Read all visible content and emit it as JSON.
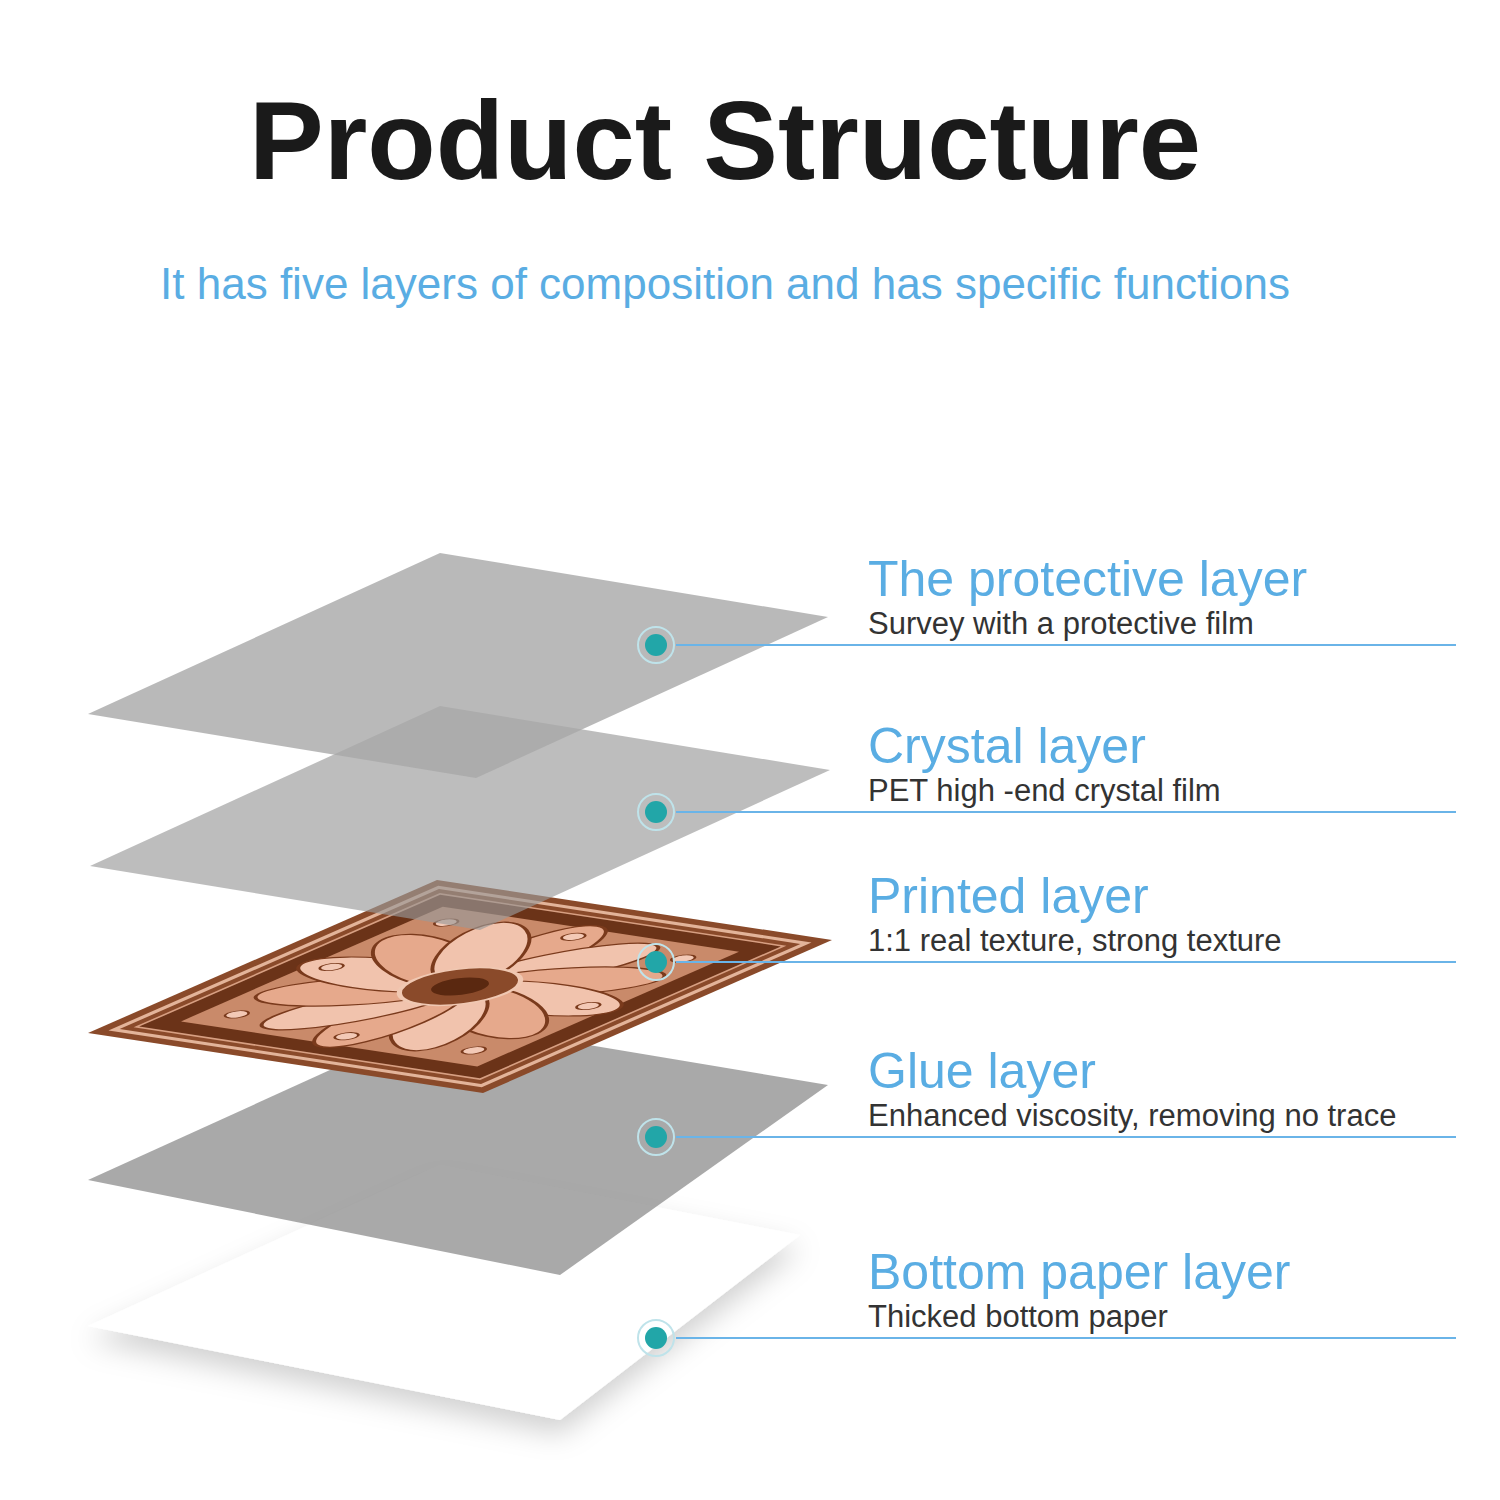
{
  "diagram": {
    "title": "Product Structure",
    "labels": [
      "It has five layers of composition and has specific functions",
      "The protective layer",
      "Survey with a protective film",
      "Crystal layer",
      "PET high -end crystal film",
      "Printed layer",
      "1:1 real texture, strong texture",
      "Glue layer",
      "Enhanced viscosity, removing no trace",
      "Bottom paper layer",
      "Thicked bottom paper"
    ]
  }
}
